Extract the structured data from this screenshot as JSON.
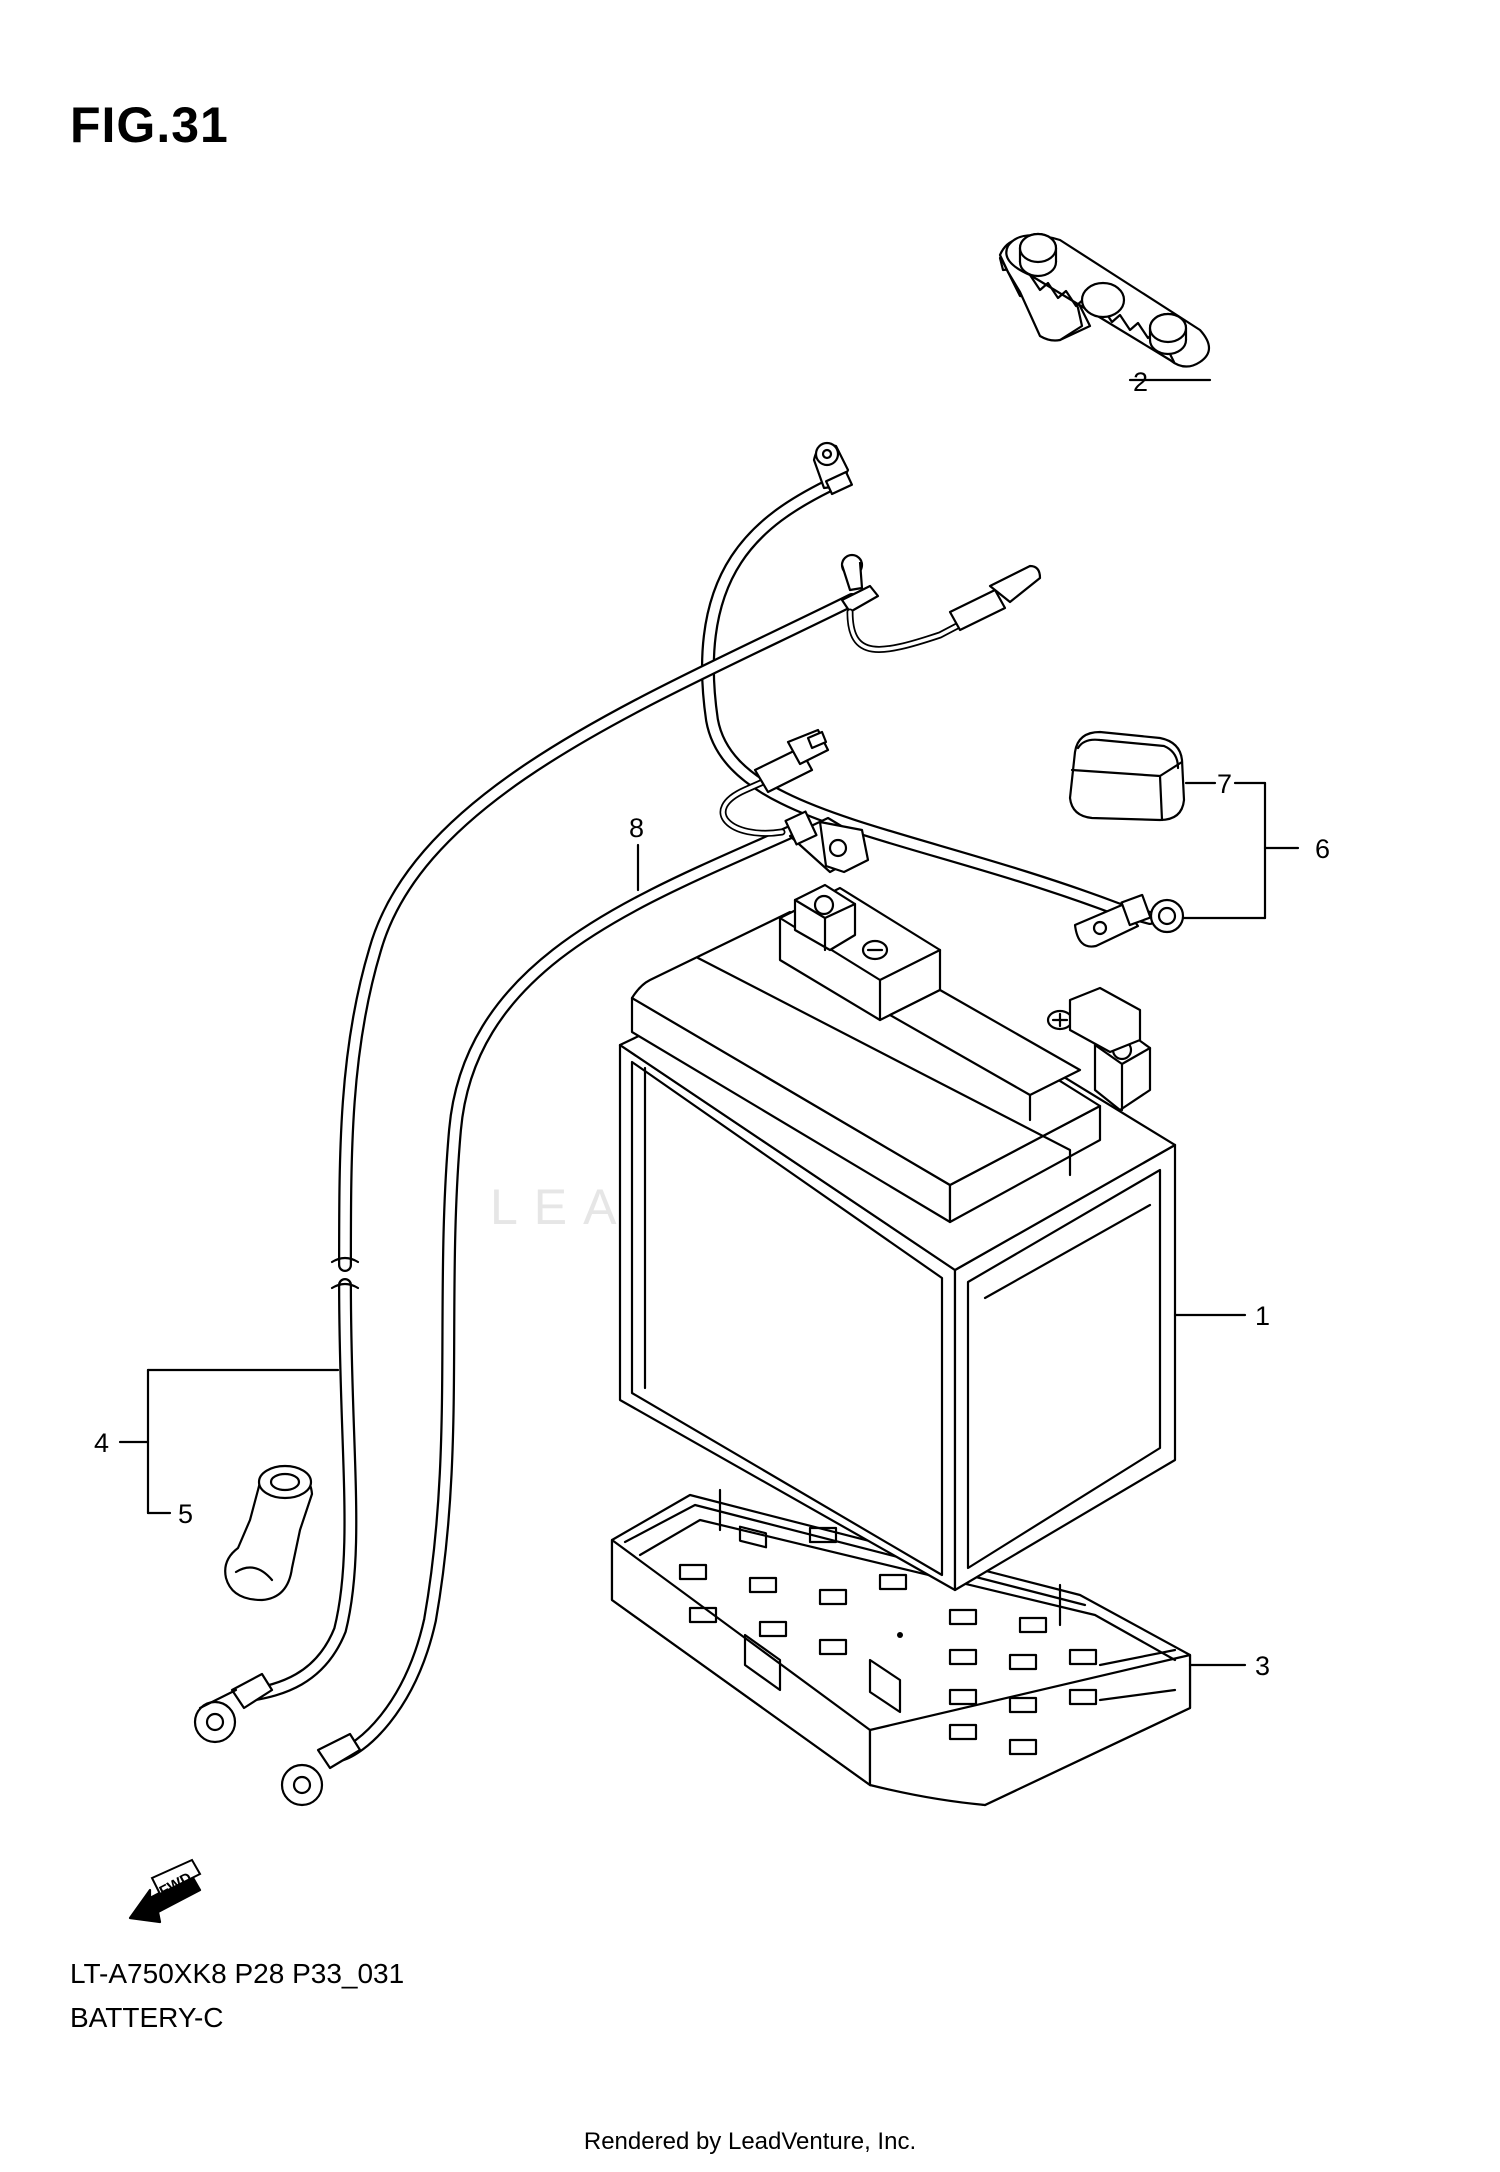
{
  "figure": {
    "title": "FIG.31",
    "model_code": "LT-A750XK8 P28 P33_031",
    "section": "BATTERY-C",
    "rendered_by": "Rendered by LeadVenture, Inc.",
    "watermark": "LEADVENTURE"
  },
  "callouts": [
    {
      "number": "1",
      "part": "battery"
    },
    {
      "number": "2",
      "part": "battery-terminal-cover"
    },
    {
      "number": "3",
      "part": "battery-tray"
    },
    {
      "number": "4",
      "part": "negative-lead-wire"
    },
    {
      "number": "5",
      "part": "terminal-boot"
    },
    {
      "number": "6",
      "part": "positive-lead-wire"
    },
    {
      "number": "7",
      "part": "terminal-cap"
    },
    {
      "number": "8",
      "part": "ground-lead-wire"
    }
  ],
  "direction_marker": {
    "label": "FWD",
    "icon": "fwd-arrow-icon"
  }
}
